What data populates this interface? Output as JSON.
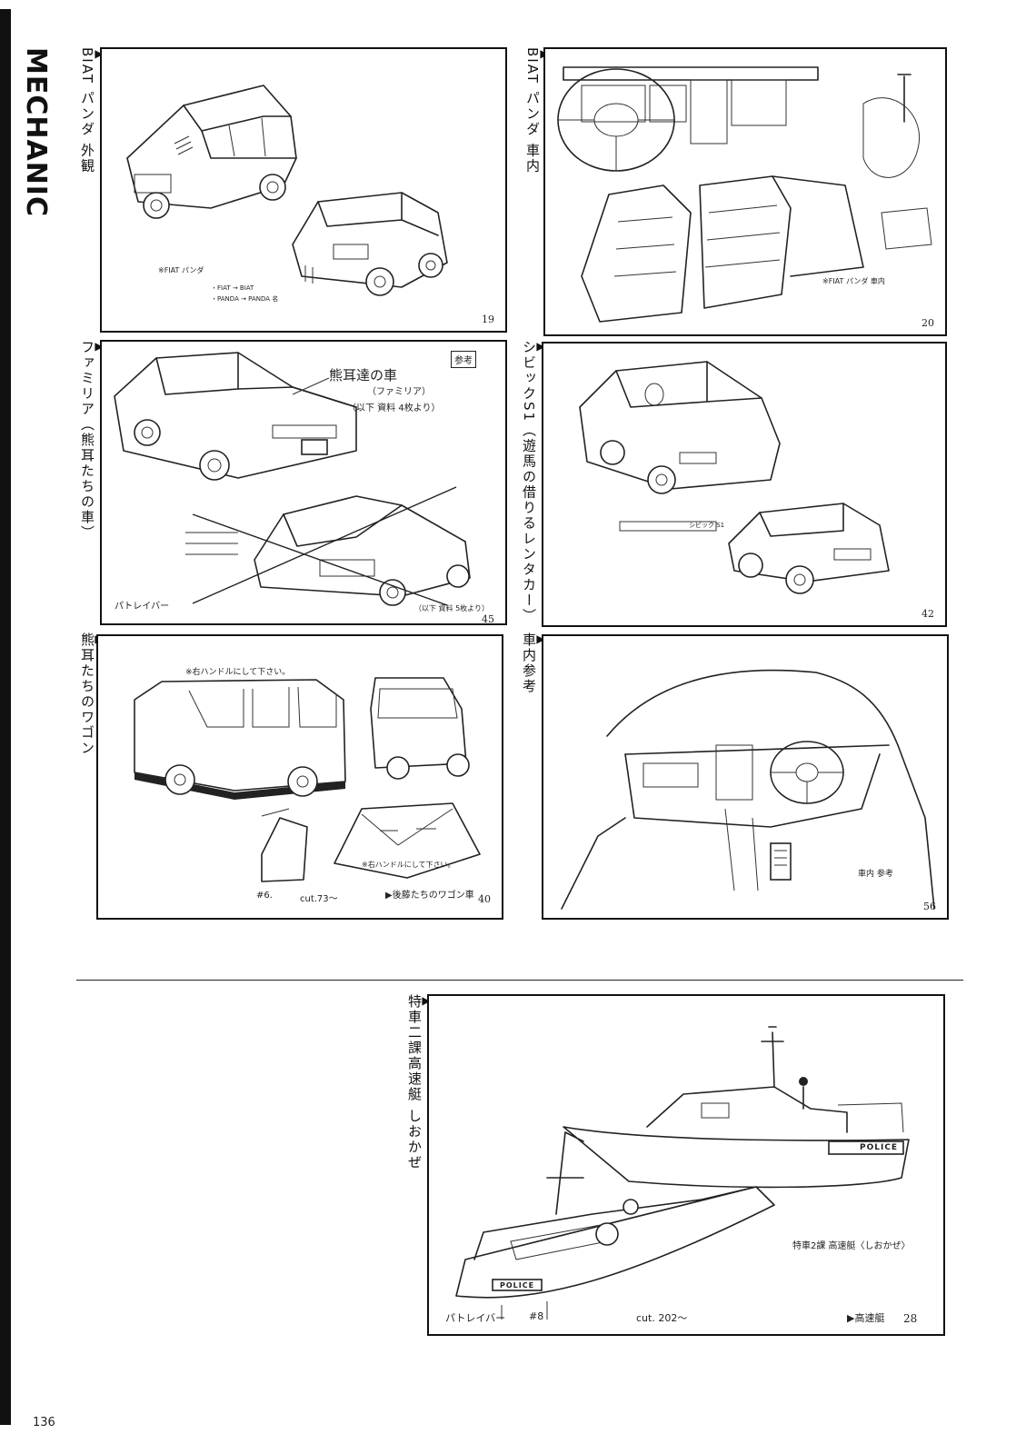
{
  "section_title": "MECHANIC",
  "page_number": "136",
  "panels": [
    {
      "caption": "BIAT パンダ 外観",
      "page": "19",
      "notes": [
        "※FIAT パンダ",
        "・FIAT → BIAT",
        "・PANDA → PANDA 名"
      ]
    },
    {
      "caption": "BIAT パンダ 車内",
      "page": "20",
      "notes": [
        "※FIAT パンダ 車内"
      ]
    },
    {
      "caption": "ファミリア（熊耳たちの車）",
      "page": "45",
      "notes": [
        "熊耳達の車",
        "（ファミリア）",
        "（以下 資料 4枚より）",
        "参考",
        "パトレイバー",
        "（以下 資料 5枚より）"
      ]
    },
    {
      "caption": "シビックS1（遊馬の借りるレンタカー）",
      "page": "42",
      "notes": [
        "シビック S1"
      ]
    },
    {
      "caption": "熊耳たちのワゴン",
      "page": "40",
      "notes": [
        "※右ハンドルにして下さい。",
        "※右ハンドルにして下さい。",
        "#6.",
        "cut.73〜",
        "▶後藤たちのワゴン車"
      ]
    },
    {
      "caption": "車内参考",
      "page": "56",
      "notes": [
        "車内 参考"
      ]
    },
    {
      "caption": "特車二課高速艇 しおかぜ",
      "page": "28",
      "notes": [
        "POLICE",
        "POLICE",
        "特車2課 高速艇〈しおかぜ〉",
        "パトレイバー",
        "#8",
        "cut. 202〜",
        "▶高速艇"
      ]
    }
  ]
}
